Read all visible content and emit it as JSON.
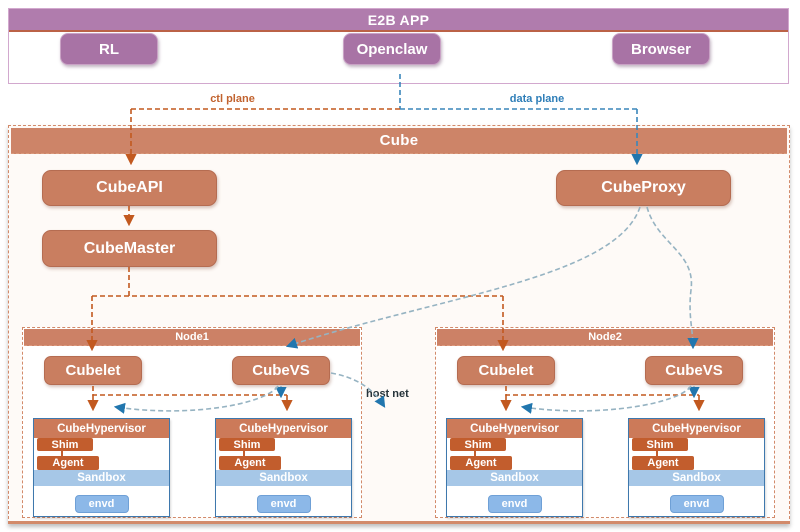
{
  "app": {
    "title": "E2B APP",
    "buttons": [
      {
        "label": "RL"
      },
      {
        "label": "Openclaw"
      },
      {
        "label": "Browser"
      }
    ]
  },
  "planes": {
    "ctl": "ctl plane",
    "data": "data plane"
  },
  "cube": {
    "title": "Cube",
    "api": "CubeAPI",
    "master": "CubeMaster",
    "proxy": "CubeProxy"
  },
  "nodes": [
    {
      "title": "Node1"
    },
    {
      "title": "Node2"
    }
  ],
  "node_boxes": {
    "cubelet": "Cubelet",
    "cubevs": "CubeVS"
  },
  "hypervisor": {
    "title": "CubeHypervisor",
    "shim": "Shim",
    "agent": "Agent",
    "sandbox": "Sandbox",
    "envd": "envd"
  },
  "labels": {
    "host_net": "host net"
  },
  "colors": {
    "purple_header": "#b07cad",
    "purple_button": "#a873a5",
    "salmon_box": "#c97e60",
    "salmon_header": "#cd8468",
    "dark_orange": "#c25d2d",
    "sandbox_blue": "#a6c7e7",
    "envd_blue": "#8cb8e8",
    "ctl_plane_orange": "#c2591f",
    "data_plane_blue": "#3a86ba",
    "curve_teal": "#96b3c2",
    "arrow_blue": "#2176ae",
    "hypervisor_border": "#3e78ad"
  }
}
